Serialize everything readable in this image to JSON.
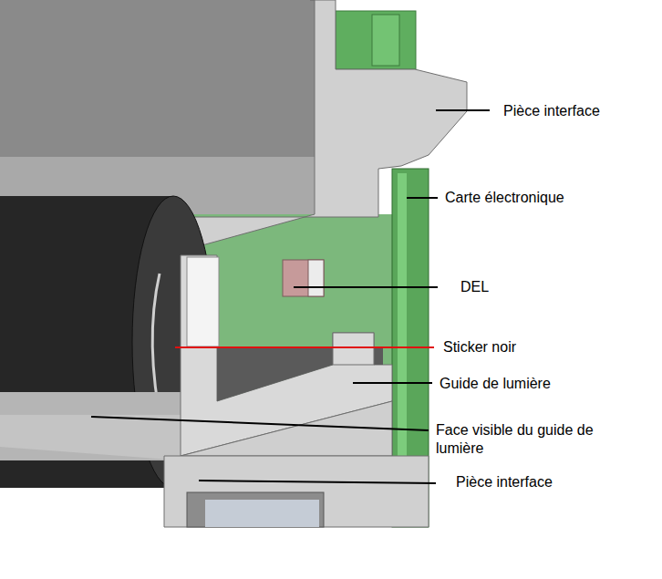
{
  "diagram": {
    "labels": [
      "Pièce interface",
      "Carte électronique",
      "DEL",
      "Sticker noir",
      "Guide de lumière",
      "Face visible du guide de lumière",
      "Pièce interface"
    ]
  }
}
